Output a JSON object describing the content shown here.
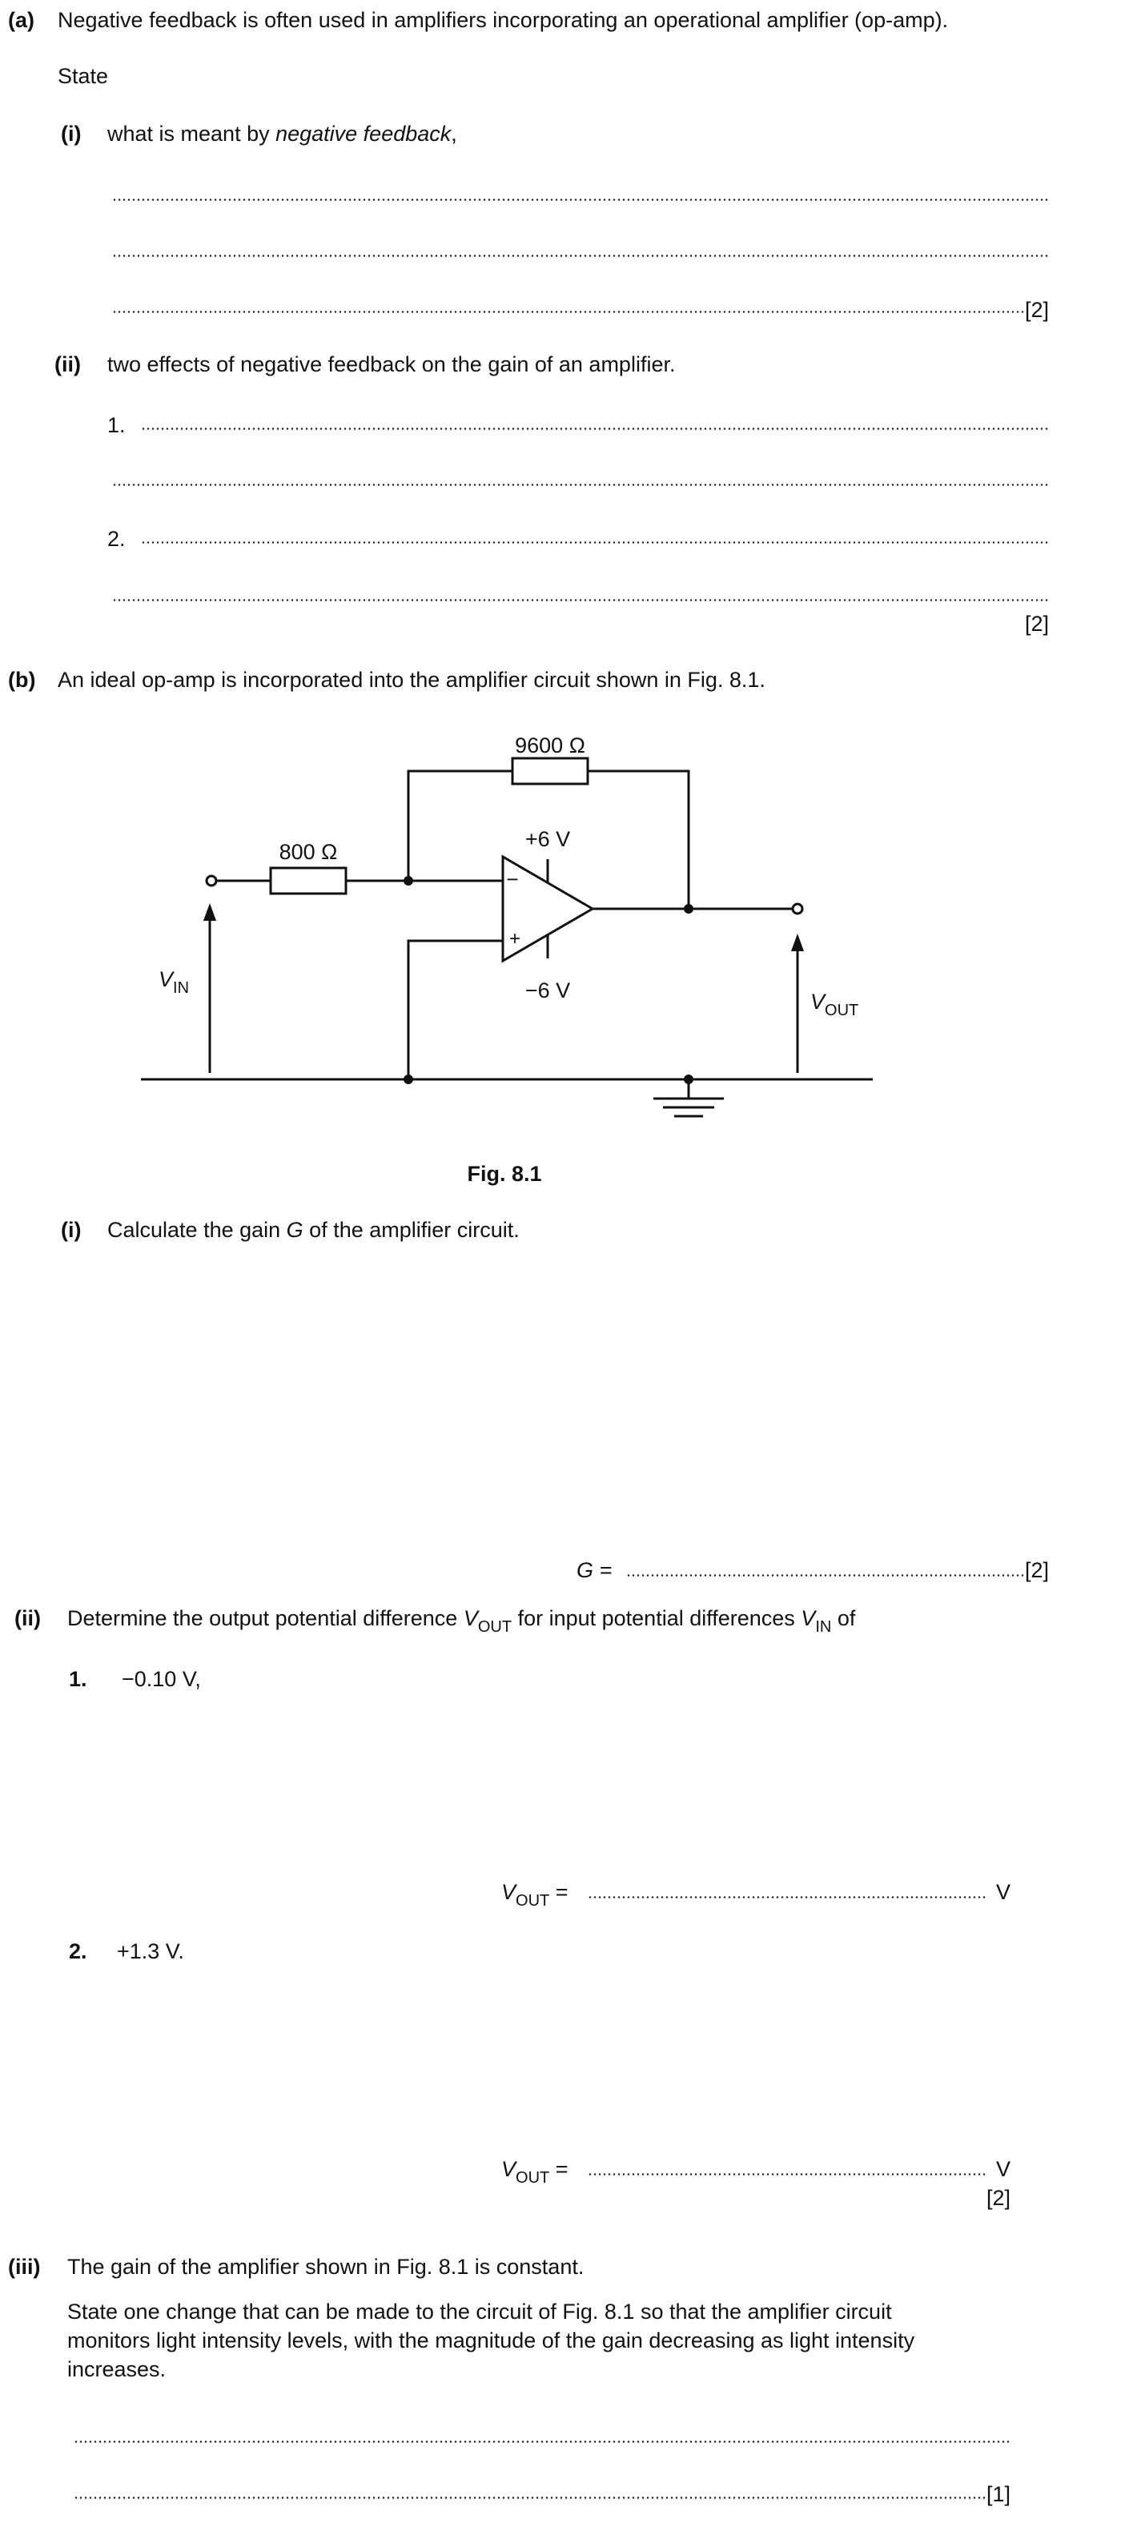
{
  "part_a": {
    "label": "(a)",
    "intro": "Negative feedback is often used in amplifiers incorporating an operational amplifier (op-amp).",
    "state": "State",
    "i": {
      "label": "(i)",
      "text_before": "what is meant by ",
      "text_italic": "negative feedback",
      "text_after": ",",
      "marks": "[2]"
    },
    "ii": {
      "label": "(ii)",
      "text": "two effects of negative feedback on the gain of an amplifier.",
      "item1": "1.",
      "item2": "2.",
      "marks": "[2]"
    }
  },
  "part_b": {
    "label": "(b)",
    "intro": "An ideal op-amp is incorporated into the amplifier circuit shown in Fig. 8.1.",
    "figure": {
      "r_feedback": "9600 Ω",
      "r_input": "800 Ω",
      "v_pos": "+6 V",
      "v_neg": "−6 V",
      "minus": "−",
      "plus": "+",
      "vin_main": "V",
      "vin_sub": "IN",
      "vout_main": "V",
      "vout_sub": "OUT",
      "caption": "Fig. 8.1"
    },
    "i": {
      "label": "(i)",
      "text_before": "Calculate the gain ",
      "text_italic": "G",
      "text_after": " of the amplifier circuit.",
      "answer_label": "G =",
      "marks": "[2]"
    },
    "ii": {
      "label": "(ii)",
      "text_a": "Determine the output potential difference ",
      "v": "V",
      "out": "OUT",
      "text_b": " for input potential differences ",
      "in": "IN",
      "text_c": " of",
      "item1_label": "1.",
      "item1_value": "−0.10 V,",
      "item2_label": "2.",
      "item2_value": "+1.3 V.",
      "answer_eq": "=",
      "unit": "V",
      "marks": "[2]"
    },
    "iii": {
      "label": "(iii)",
      "text": "The gain of the amplifier shown in Fig. 8.1 is constant.",
      "para_line1": "State one change that can be made to the circuit of Fig. 8.1 so that the amplifier circuit",
      "para_line2": "monitors light intensity levels, with the magnitude of the gain decreasing as light intensity",
      "para_line3": "increases.",
      "marks": "[1]"
    }
  }
}
